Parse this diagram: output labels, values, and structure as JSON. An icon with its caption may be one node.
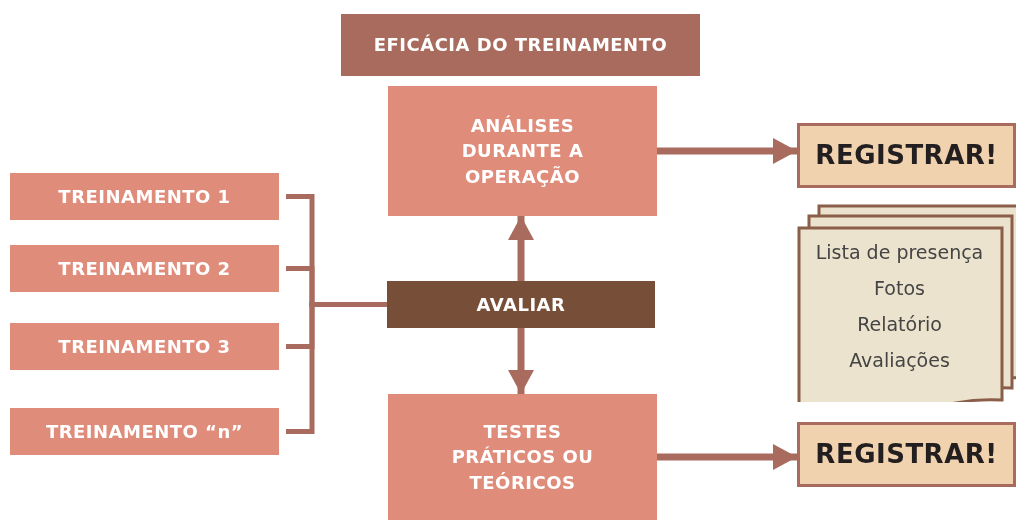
{
  "diagram": {
    "nodes": [
      {
        "text": [
          "EFICÁCIA DO TREINAMENTO"
        ]
      },
      {
        "text": [
          "ANÁLISES DURANTE A OPERAÇÃO"
        ]
      },
      {
        "text": [
          "REGISTRAR!"
        ]
      },
      {
        "text": [
          "Lista de presença",
          "Fotos",
          "Relatório",
          "Avaliações"
        ]
      },
      {
        "text": [
          "TREINAMENTO 1"
        ]
      },
      {
        "text": [
          "TREINAMENTO 2"
        ]
      },
      {
        "text": [
          "TREINAMENTO 3"
        ]
      },
      {
        "text": [
          "TREINAMENTO “n”"
        ]
      },
      {
        "text": [
          "AVALIAR"
        ]
      },
      {
        "text": [
          "TESTES PRÁTICOS OU TEÓRICOS"
        ]
      },
      {
        "text": [
          "REGISTRAR!"
        ]
      }
    ],
    "edges": [
      {
        "from": 4,
        "to": 8,
        "arrow": "none"
      },
      {
        "from": 5,
        "to": 8,
        "arrow": "none"
      },
      {
        "from": 6,
        "to": 8,
        "arrow": "none"
      },
      {
        "from": 7,
        "to": 8,
        "arrow": "none"
      },
      {
        "from": 8,
        "to": 1,
        "arrow": "to"
      },
      {
        "from": 8,
        "to": 9,
        "arrow": "to"
      },
      {
        "from": 1,
        "to": 2,
        "arrow": "to"
      },
      {
        "from": 9,
        "to": 10,
        "arrow": "to"
      }
    ]
  }
}
